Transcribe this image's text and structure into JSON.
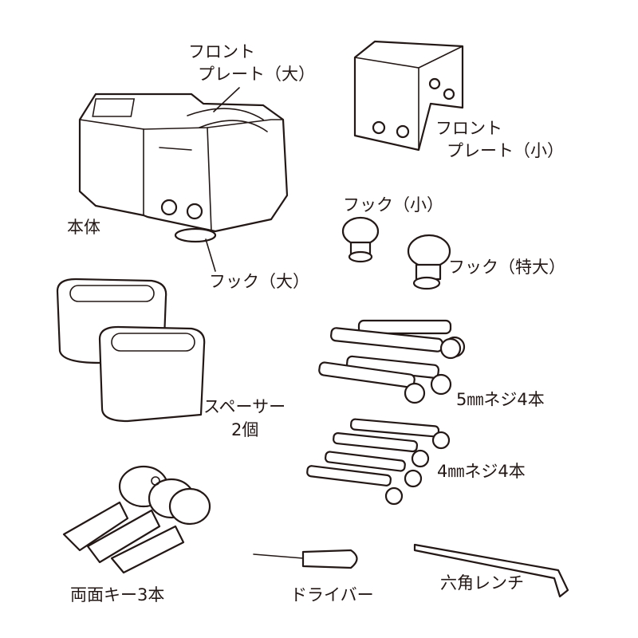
{
  "labels": {
    "front_plate_large_1": "フロント",
    "front_plate_large_2": "プレート（大）",
    "front_plate_small_1": "フロント",
    "front_plate_small_2": "プレート（小）",
    "body": "本体",
    "hook_large": "フック（大）",
    "hook_small": "フック（小）",
    "hook_xl": "フック（特大）",
    "spacer_1": "スペーサー",
    "spacer_2": "2個",
    "screw_5mm": "5㎜ネジ4本",
    "screw_4mm": "4㎜ネジ4本",
    "keys": "両面キー3本",
    "driver": "ドライバー",
    "hex_wrench": "六角レンチ"
  },
  "colors": {
    "line": "#231815",
    "background": "#ffffff"
  }
}
